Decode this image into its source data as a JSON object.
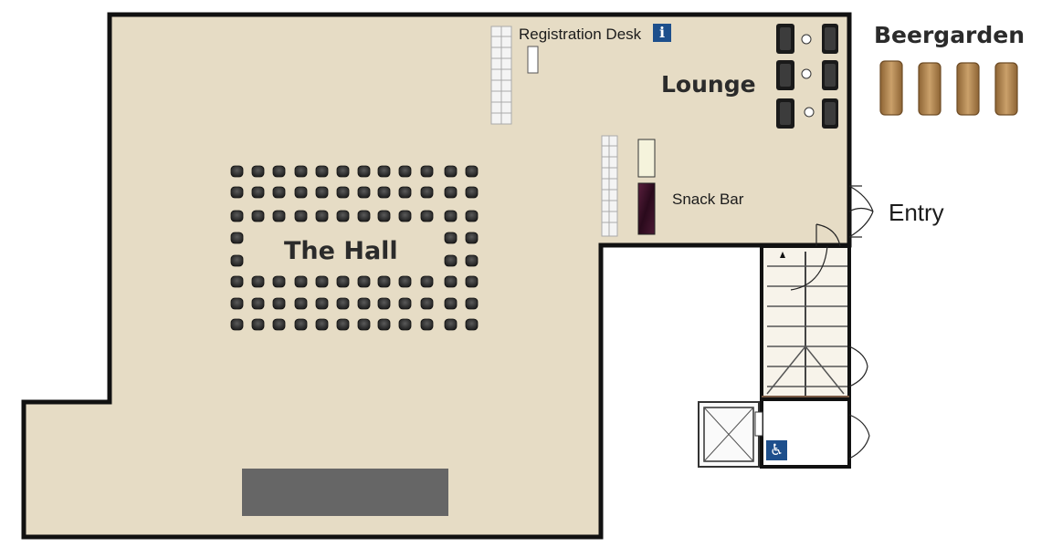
{
  "labels": {
    "hall": "The Hall",
    "lounge": "Lounge",
    "beergarden": "Beergarden",
    "registration": "Registration Desk",
    "snackbar": "Snack Bar",
    "entry": "Entry"
  },
  "icons": {
    "info": "i",
    "wheelchair": "♿"
  },
  "colors": {
    "floor": "#e6dcc5",
    "wall": "#111111",
    "stage": "#666666",
    "chair": "#2e2e2e",
    "bench": "#b58752",
    "accent": "#1d4f8c"
  }
}
